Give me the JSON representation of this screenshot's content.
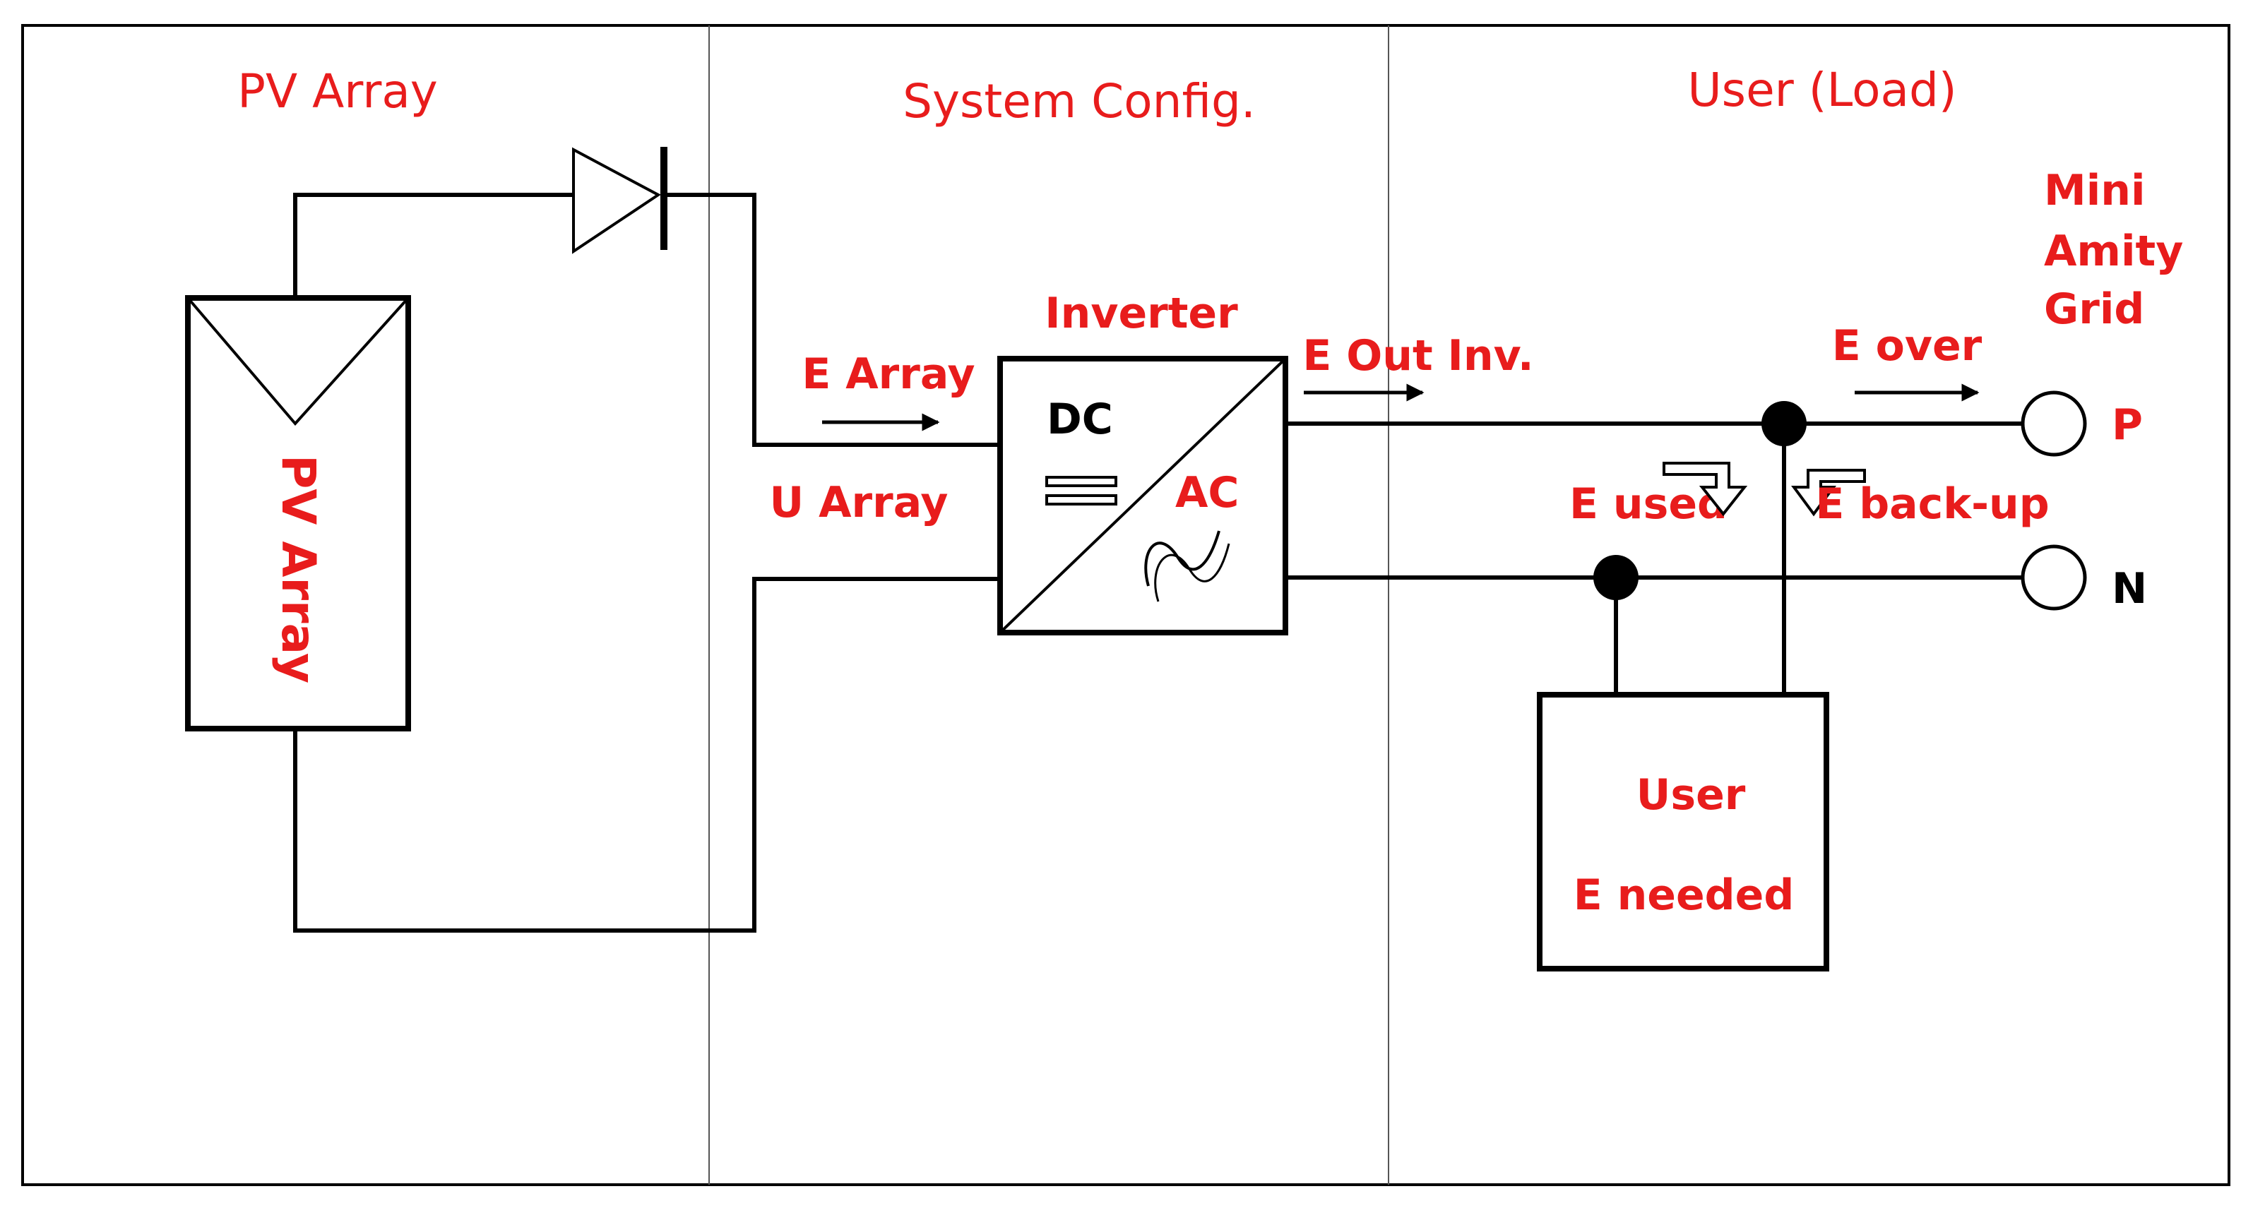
{
  "colors": {
    "label_red": "#e81c1c",
    "line": "#000000"
  },
  "sections": {
    "pv_array": "PV Array",
    "system_config": "System Config.",
    "user_load": "User (Load)"
  },
  "pv_array_label": "PV Array",
  "inverter": {
    "title": "Inverter",
    "dc": "DC",
    "ac": "AC"
  },
  "flows": {
    "e_array": "E Array",
    "u_array": "U Array",
    "e_out_inv": "E Out Inv.",
    "e_over": "E over",
    "e_used": "E used",
    "e_backup": "E back-up"
  },
  "grid": {
    "line1": "Mini",
    "line2": "Amity",
    "line3": "Grid",
    "p": "P",
    "n": "N"
  },
  "user_box": {
    "title": "User",
    "subtitle": "E needed"
  }
}
